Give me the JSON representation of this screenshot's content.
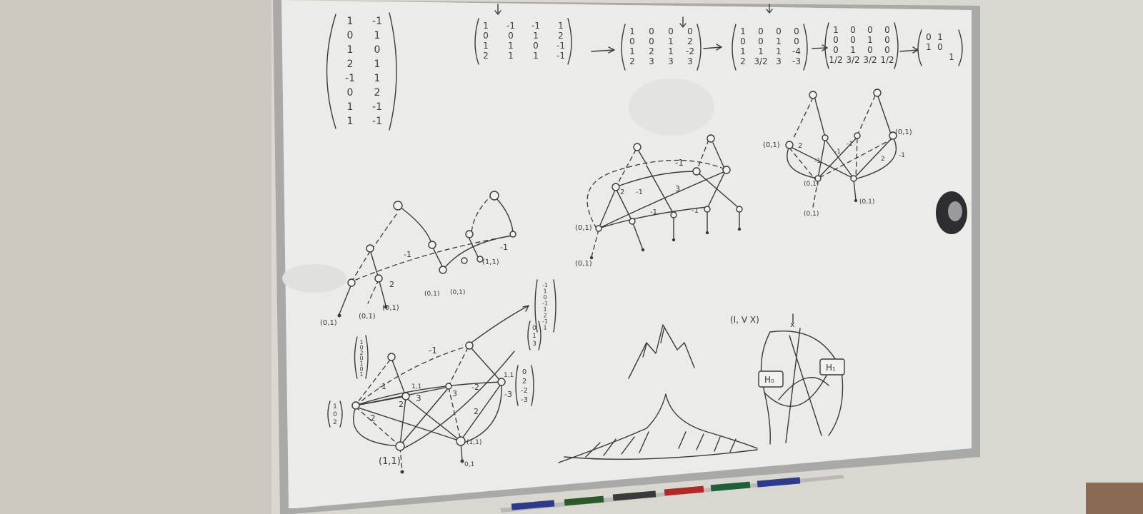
{
  "matrix_left": {
    "rows": [
      [
        "1",
        "-1"
      ],
      [
        "0",
        "1"
      ],
      [
        "1",
        "0"
      ],
      [
        "2",
        "1"
      ],
      [
        "-1",
        "1"
      ],
      [
        "0",
        "2"
      ],
      [
        "1",
        "-1"
      ],
      [
        "1",
        "-1"
      ]
    ]
  },
  "matrices_top": [
    {
      "rows": [
        [
          "1",
          "-1",
          "-1",
          "1"
        ],
        [
          "0",
          "0",
          "1",
          "2"
        ],
        [
          "1",
          "1",
          "0",
          "-1"
        ],
        [
          "2",
          "1",
          "1",
          "-1"
        ]
      ]
    },
    {
      "rows": [
        [
          "1",
          "0",
          "0",
          "0"
        ],
        [
          "0",
          "0",
          "1",
          "2"
        ],
        [
          "1",
          "2",
          "1",
          "-2"
        ],
        [
          "2",
          "3",
          "3",
          "3"
        ]
      ]
    },
    {
      "rows": [
        [
          "1",
          "0",
          "0",
          "0"
        ],
        [
          "0",
          "0",
          "1",
          "0"
        ],
        [
          "1",
          "1",
          "1",
          "-4"
        ],
        [
          "2",
          "3/2",
          "3",
          "-3"
        ]
      ]
    },
    {
      "rows": [
        [
          "1",
          "0",
          "0",
          "0"
        ],
        [
          "0",
          "0",
          "1",
          "0"
        ],
        [
          "0",
          "1",
          "0",
          "0"
        ],
        [
          "1/2",
          "3/2",
          "3/2",
          "1/2"
        ]
      ]
    },
    {
      "rows": [
        [
          "0",
          "1",
          ""
        ],
        [
          "1",
          "0",
          ""
        ],
        [
          "",
          "",
          "1"
        ]
      ]
    }
  ],
  "graph_labels": {
    "g1": [
      "(0,1)",
      "(0,1)",
      "(0,1)",
      "(0,1)",
      "(0,1)",
      "-1",
      "-1",
      "2",
      "(1,1)"
    ],
    "g2": [
      "(0,1)",
      "(0,1)",
      "-1",
      "3",
      "-1",
      "2",
      "-1",
      "-1"
    ],
    "g3": [
      "(0,1)",
      "(0,1)",
      "(0,1)",
      "(0,1)",
      "(0,1)",
      "2",
      "-1",
      "-1",
      "-1",
      "2",
      "-1"
    ],
    "g4": [
      "-1",
      "-1",
      "2",
      "3",
      "3",
      "-2",
      "2",
      "-3",
      "2",
      "1,1",
      "0,1",
      "1,1",
      "(1,1)"
    ]
  },
  "vectors_bottom": {
    "left": [
      "1",
      "0",
      "2",
      "0",
      "1",
      "0",
      "1"
    ],
    "small_left": [
      "1",
      "0",
      "2"
    ],
    "top_right": [
      "-1",
      "1",
      "0",
      "-1",
      "1",
      "2",
      "-1",
      "1"
    ],
    "mid_right": [
      "0",
      "1",
      "3"
    ],
    "right": [
      "0",
      "2",
      "-2",
      "-3"
    ],
    "bottom_label": "(1,1)"
  },
  "diagram_right": {
    "top_label": "(I, V X)",
    "x_label": "x",
    "box_left": "H₀",
    "box_right": "H₁"
  }
}
